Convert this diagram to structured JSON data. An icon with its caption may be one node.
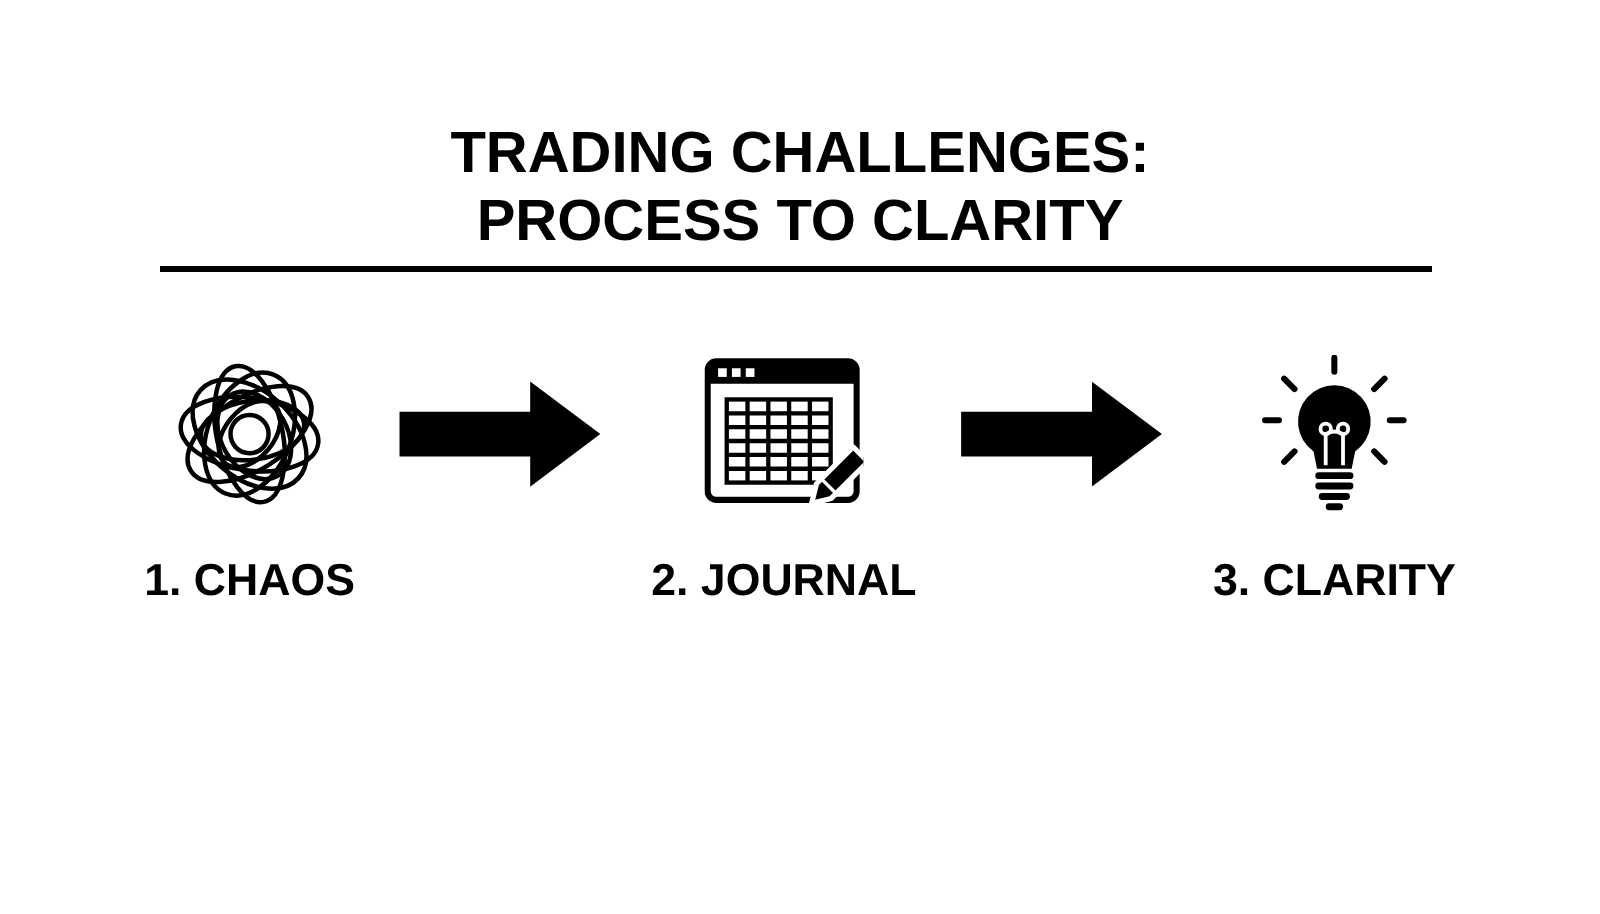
{
  "diagram": {
    "title": "TRADING CHALLENGES: PROCESS TO CLARITY",
    "nodes": [
      {
        "text": [
          "1. CHAOS"
        ]
      },
      {
        "text": [
          "2. JOURNAL"
        ]
      },
      {
        "text": [
          "3. CLARITY"
        ]
      }
    ],
    "edges": [
      {
        "from": 0,
        "to": 1,
        "arrow": "to"
      },
      {
        "from": 1,
        "to": 2,
        "arrow": "to"
      }
    ]
  }
}
